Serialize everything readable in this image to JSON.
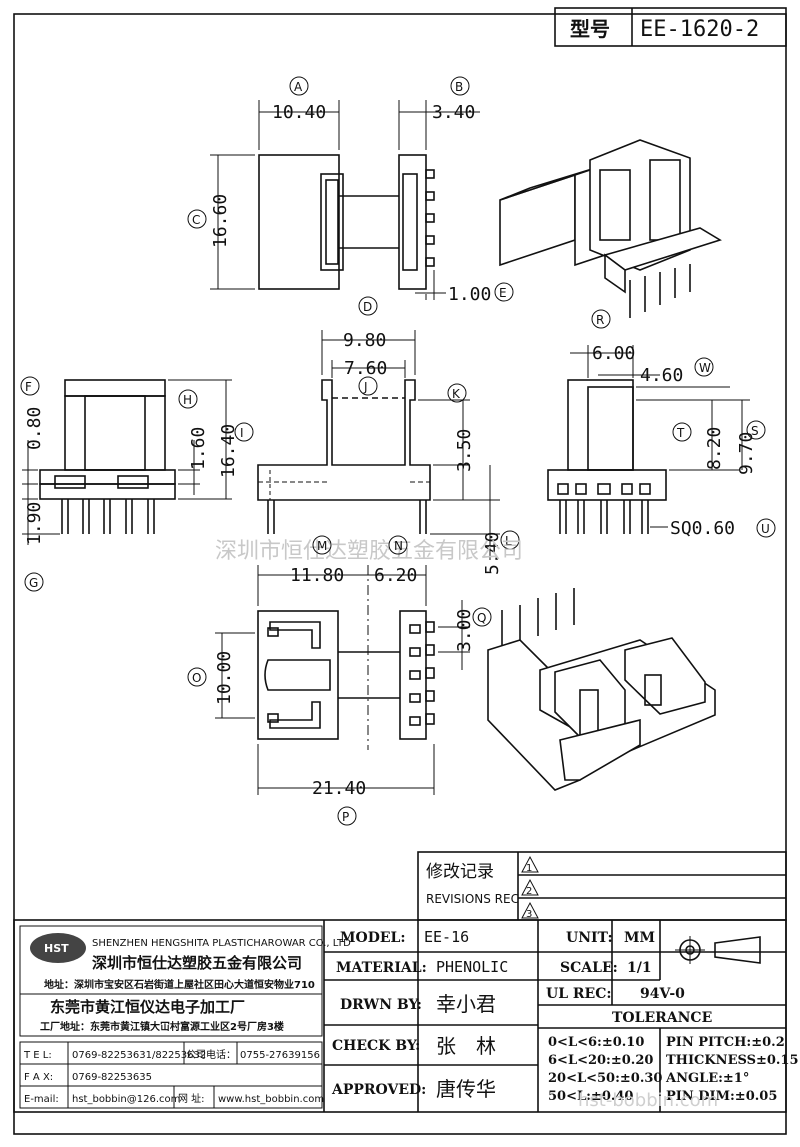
{
  "header": {
    "model_label": "型号",
    "model_value": "EE-1620-2"
  },
  "top_view": {
    "dims": {
      "a": "10.40",
      "b": "3.40",
      "c": "16.60",
      "e": "1.00"
    },
    "labels": {
      "a": "A",
      "b": "B",
      "c": "C",
      "e": "E"
    }
  },
  "iso_label_r": "R",
  "front_view": {
    "dims": {
      "f": "0.80",
      "h": "1.60",
      "i": "16.40",
      "g": "1.90"
    },
    "labels": {
      "f": "F",
      "h": "H",
      "i": "I",
      "g": "G"
    }
  },
  "side_view": {
    "dims": {
      "d": "9.80",
      "j": "7.60",
      "k": "3.50",
      "l": "5.40"
    },
    "labels": {
      "d": "D",
      "j": "J",
      "k": "K",
      "l": "L"
    }
  },
  "right_view": {
    "dims": {
      "six": "6.00",
      "w": "4.60",
      "t": "8.20",
      "s": "9.70",
      "u": "SQ0.60"
    },
    "labels": {
      "w": "W",
      "t": "T",
      "s": "S",
      "u": "U"
    }
  },
  "bottom_view": {
    "dims": {
      "m": "11.80",
      "n": "6.20",
      "o": "10.00",
      "q": "3.00",
      "p": "21.40"
    },
    "labels": {
      "m": "M",
      "n": "N",
      "o": "O",
      "q": "Q",
      "p": "P"
    }
  },
  "watermark": "深圳市恒仕达塑胶五金有限公司",
  "watermark2": "hst-bobbin.com",
  "revisions": {
    "title": "修改记录",
    "subtitle": "REVISIONS REC",
    "items": [
      "1",
      "2",
      "3"
    ]
  },
  "company": {
    "logo": "HST",
    "name_en": "SHENZHEN HENGSHITA PLASTICHAROWAR CO., LTD",
    "name_cn": "深圳市恒仕达塑胶五金有限公司",
    "addr": "地址：深圳市宝安区石岩街道上屋社区田心大道恒安物业710",
    "factory_cn": "东莞市黄江恒仪达电子加工厂",
    "factory_addr": "工厂地址：东莞市黄江镇大冚村富源工业区2号厂房3楼",
    "tel_label": "T E L:",
    "tel": "0769-82253631/82253632",
    "company_tel_label": "公司电话：",
    "company_tel": "0755-27639156",
    "fax_label": "F A X:",
    "fax": "0769-82253635",
    "email_label": "E-mail:",
    "email": "hst_bobbin@126.com",
    "web_label": "网  址:",
    "web": "www.hst_bobbin.com"
  },
  "title_block": {
    "model_label": "MODEL:",
    "model": "EE-16",
    "material_label": "MATERIAL:",
    "material": "PHENOLIC",
    "drawn_label": "DRWN BY:",
    "drawn": "幸小君",
    "check_label": "CHECK BY:",
    "check": "张　林",
    "approved_label": "APPROVED:",
    "approved": "唐传华",
    "unit_label": "UNIT:",
    "unit": "MM",
    "scale_label": "SCALE:",
    "scale": "1/1",
    "ul_label": "UL REC:",
    "ul": "94V-0",
    "tolerance_label": "TOLERANCE",
    "tol": [
      "0<L<6:±0.10",
      "6<L<20:±0.20",
      "20<L<50:±0.30",
      "50<L:±0.40"
    ],
    "pin": [
      "PIN PITCH:±0.2",
      "THICKNESS±0.15",
      "ANGLE:±1°",
      "PIN DIM:±0.05"
    ]
  }
}
